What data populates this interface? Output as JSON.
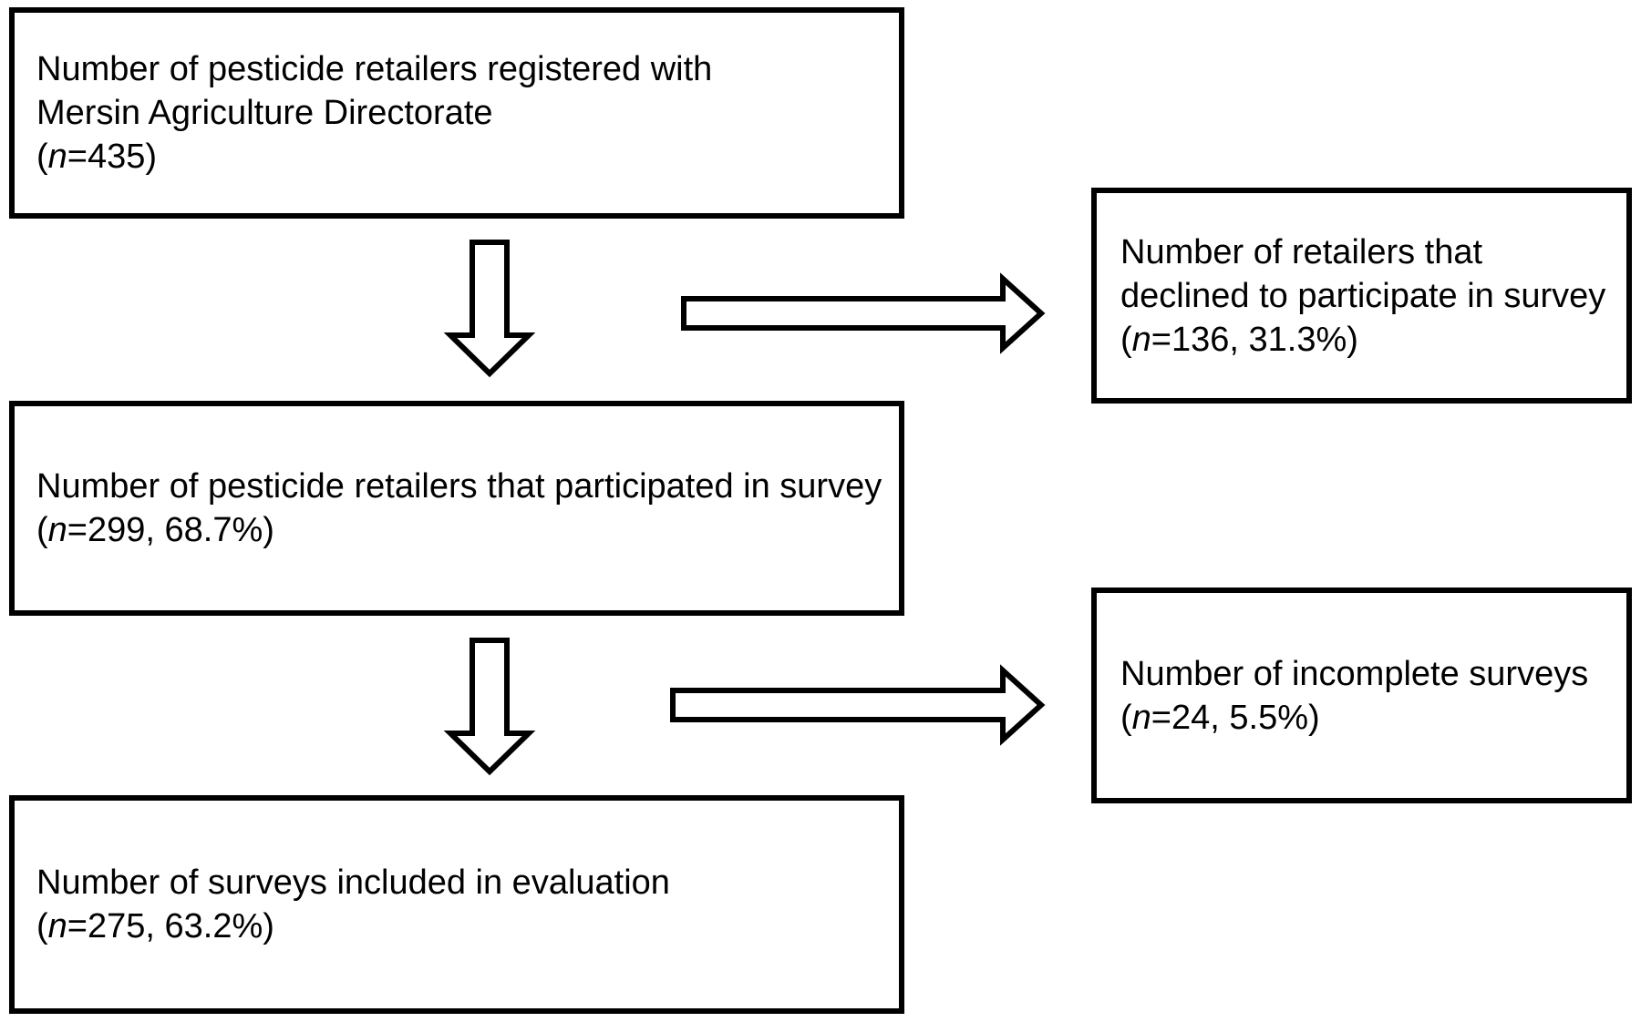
{
  "diagram": {
    "type": "study-flowchart",
    "colors": {
      "border": "#000000",
      "background": "#ffffff",
      "text": "#000000"
    },
    "boxes": [
      {
        "id": "registered",
        "lines": [
          "Number of pesticide retailers registered with",
          "Mersin Agriculture Directorate"
        ],
        "stat": {
          "open": "(",
          "n": "n",
          "rest": "=435)"
        }
      },
      {
        "id": "declined",
        "lines": [
          "Number of retailers that",
          "declined to participate in survey"
        ],
        "stat": {
          "open": "(",
          "n": "n",
          "rest": "=136, 31.3%)"
        }
      },
      {
        "id": "participated",
        "lines": [
          "Number of pesticide retailers that participated in survey"
        ],
        "stat": {
          "open": "(",
          "n": "n",
          "rest": "=299, 68.7%)"
        }
      },
      {
        "id": "incomplete",
        "lines": [
          "Number of incomplete surveys"
        ],
        "stat": {
          "open": "(",
          "n": "n",
          "rest": "=24, 5.5%)"
        }
      },
      {
        "id": "included",
        "lines": [
          "Number of surveys included in evaluation"
        ],
        "stat": {
          "open": "(",
          "n": "n",
          "rest": "=275, 63.2%)"
        }
      }
    ]
  }
}
